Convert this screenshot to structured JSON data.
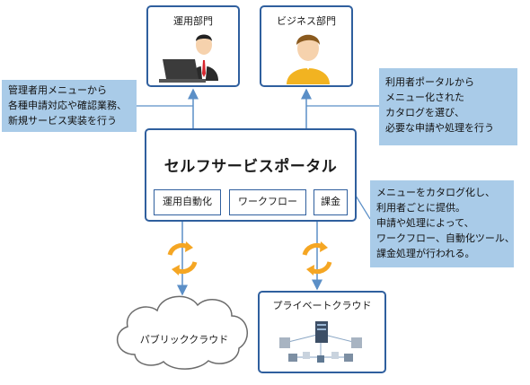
{
  "departments": {
    "ops": "運用部門",
    "business": "ビジネス部門"
  },
  "portal": {
    "title": "セルフサービスポータル",
    "modules": [
      "運用自動化",
      "ワークフロー",
      "課金"
    ]
  },
  "notes": {
    "admin": [
      "管理者用メニューから",
      "各種申請対応や確認業務、",
      "新規サービス実装を行う"
    ],
    "user": [
      "利用者ポータルから",
      "メニュー化された",
      "カタログを選び、",
      "必要な申請や処理を行う"
    ],
    "portal": [
      "メニューをカタログ化し、",
      "利用者ごとに提供。",
      "申請や処理によって、",
      "ワークフロー、自動化ツール、",
      "課金処理が行われる。"
    ]
  },
  "clouds": {
    "public": "パブリッククラウド",
    "private": "プライベートクラウド"
  },
  "colors": {
    "border": "#2f5f9e",
    "note_bg": "#a9cbe8",
    "sync_orange": "#f5a623",
    "arrow": "#5b8fc7"
  }
}
